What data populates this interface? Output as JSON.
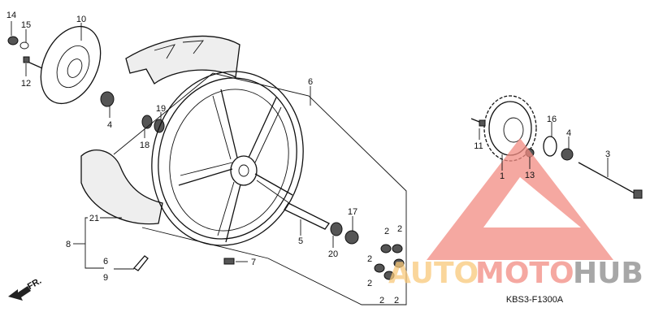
{
  "diagram": {
    "code": "KBS3-F1300A",
    "direction_label": "FR.",
    "callouts": {
      "c14": "14",
      "c15": "15",
      "c10": "10",
      "c12": "12",
      "c4a": "4",
      "c19": "19",
      "c18": "18",
      "c21": "21",
      "c8": "8",
      "c6a": "6",
      "c9": "9",
      "c6b": "6",
      "c5": "5",
      "c20": "20",
      "c17": "17",
      "c2a": "2",
      "c2b": "2",
      "c2c": "2",
      "c2d": "2",
      "c2e": "2",
      "c2f": "2",
      "c7": "7",
      "c11": "11",
      "c1": "1",
      "c13": "13",
      "c16": "16",
      "c4b": "4",
      "c3": "3"
    }
  },
  "watermark": {
    "text_parts": [
      "AUTO",
      "MOTO",
      "HUB"
    ],
    "colors": {
      "auto": "#f9c97a",
      "moto": "#f28b82",
      "hub": "#8a8a8a",
      "triangle": "#f28b82"
    }
  }
}
